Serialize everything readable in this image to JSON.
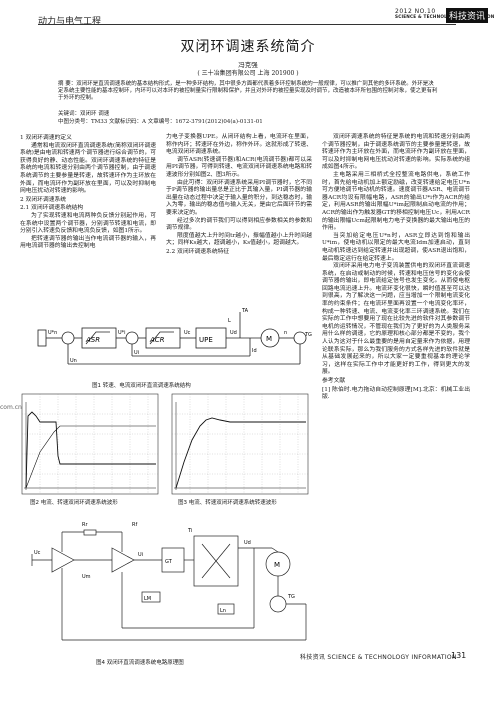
{
  "header": {
    "section": "动力与电气工程",
    "issue": "2012 NO.10",
    "magazine_en": "SCIENCE & TECHNOLOGY INFORMATION",
    "magazine_cn": "科技资讯"
  },
  "article": {
    "title": "双闭环调速系统简介",
    "author": "冯克强",
    "affiliation": "( 三十冶集团有限公司    上海    201900 )",
    "abstract": "摘    要：双闭环是直流调速系统的基本结构形式，是一种多环结构，其中很多方面都代表着多环控制系统的一般规律，可以推广到其他的多环系统。外环是决定系统主要性能的基本控制环，内环可以对本环的被控制量实行限制和保护，并且对外环的被控量实现及时调节，改造被本环所包围的控制对象，使之更有利于外环的控制。",
    "keywords": "关键词：双闭环    调速",
    "classification": "中图分类号：TM33                          文献标识码：A                          文章编号：1672-3791(2012)04(a)-0131-01"
  },
  "col1": [
    {
      "type": "h",
      "text": "1  双闭环调速的定义"
    },
    {
      "type": "p",
      "text": "通常和电流双闭环直流调速系统(简称双闭环调速系统)是由电流和转速两个调节器进行综合调节的，可获得良好的静、动态性能。双闭环调速系统的特征是系统的电流和转速分别由两个调节器控制，由于调速系统调节的主要参量是转速，故转速环作为主环放在外面，而电流环作为副环放在里面，可以及时抑制电网电压扰动对转速的影响。"
    },
    {
      "type": "h",
      "text": "2  双闭环调速系统"
    },
    {
      "type": "h",
      "text": "2.1  双闭环调速系统结构"
    },
    {
      "type": "p",
      "text": "为了实现转速和电流两种负反馈分别起作用，可在系统中设置两个调节器，分别调节转速和电流，即分别引入转速负反馈和电流负反馈，如图1所示。"
    },
    {
      "type": "p",
      "text": "把转速调节器的输出当作电流调节器的输入，再用电流调节器的输出去控制电"
    }
  ],
  "col2": [
    {
      "type": "p0",
      "text": "力电子变换器UPE。从闭环结构上看，电流环在里面，称作内环；转速环在外边，称作外环。这就形成了转速、电流双闭环调速系统。"
    },
    {
      "type": "p",
      "text": "调节ASR(转速调节器)和ACR(电流调节器)都可以采用PI调节器，可得到转速、电流双闭环调速系统电路和转速波形分别如图2、图3所示。"
    },
    {
      "type": "p",
      "text": "由此可得：双闭环调速系统采用PI调节器时，它不同于P调节器的输出量总是正比于其输入量，PI调节器的输出量在动态过程中决定于输入量的积分，到达稳态时，输入为零，输出的稳态值与输入无关，是由它后面环节的需要来决定的。"
    },
    {
      "type": "p",
      "text": "经过多次的调节我们可以得到相应参数相关的参数和调节规律。"
    },
    {
      "type": "p",
      "text": "限度值越大上升时间tr越小，振幅值越小上升时间越大；同样Ks越大，超调越小，Ks值越小，超调越大。"
    },
    {
      "type": "h",
      "text": "2.2  双闭环调速系统特征"
    }
  ],
  "col3": [
    {
      "type": "p",
      "text": "双闭环调速系统的特征是系统的电流和转速分别由两个调节器控制，由于调速系统调节的主要参量是转速，故转速环作为主环放在外面，而电流环作为副环放在里面，可以及时抑制电网电压扰动对转速的影响。实际系统的组成如图4所示。"
    },
    {
      "type": "p",
      "text": "主电路采用三相桥式全控整流电路供电，系统工作时，首先给电动机加上额定励磁，改变转速给定电压U*n可方便地调节电动机的转速。速度调节器ASR、电流调节器ACR均设有限幅电路，ASR的输出U*i作为ACR的给定，利用ASR的输出限幅U*im起限制启动电流的作用；ACR的输出作为触发器GT的移相控制电压Uc，利用ACR的输出限幅Ucm起限制电力电子变换器的最大输出电压的作用。"
    },
    {
      "type": "p",
      "text": "当突加给定电压U*n时，ASR立即达到饱和输出U*im，使电动机以限定的最大电流Idm加速启动，直到电动机转速达到给定转速并出现超调，使ASR退出饱和，最后稳定运行在给定转速上。"
    },
    {
      "type": "p",
      "text": "双闭环采用电力电子变流装置供电的双闭环直流调速系统，在启动或制动的时候，转速和电压信号的变化会使调节器的输出，即电流给定信号也发生变化。从而使电枢回路电流迅速上升。电流环变化很快，瞬时值甚至可以达到很高，为了解决这一问题，应当增加一个限制电流变化率的约束条件；在电流环里面再设置一个电流变化率环，构成一种转速、电流、电流变化率三环调速系统。我们在实际的工作中想要用了现在比较先进的软件对其参数调节电机的运转情况，不管现在我们为了更好的为人类服务采用什么样的调速，它的原理和核心部分都是不变的，我个人认为这对于什么最重要的是用自定量来作为依据，用理论联系实际，那么为我们服务的方式各样先进的软件就是从基础发展起来的，所以大家一定要重视基本的理论学习，这样在实际工作中才能更好的工作，得到更大的发展。"
    },
    {
      "type": "h",
      "text": "参考文献"
    },
    {
      "type": "h",
      "text": "[1]  陈伯时.电力拖动自动控制原理[M].北京：机械工业出版."
    }
  ],
  "figures": {
    "fig1_caption": "图1    转速、电流双闭环直流调速系统结构",
    "fig2_caption": "图2    电流、转速双闭环调速系统波形",
    "fig3_caption": "图3    电流、转速双闭环调速系统转速波形",
    "fig4_caption": "图4    双闭环直流调速系统电路原理图",
    "fig1_labels": {
      "asr": "ASR",
      "acr": "ACR",
      "upe": "UPE",
      "ta": "TA",
      "tg": "TG",
      "m": "M",
      "un_star": "U*n",
      "ui_star": "U*i",
      "ui": "Ui",
      "un": "Un",
      "uc": "Uc",
      "ud": "Ud",
      "id": "Id",
      "n": "n",
      "l": "L"
    },
    "fig4_labels": {
      "rr": "Rr",
      "rf": "Rf",
      "uc": "Uc",
      "ui": "Ui",
      "um": "Um",
      "lm": "LM",
      "ti": "Ti",
      "gt": "GT",
      "ud": "Ud",
      "ln": "Ln",
      "tg": "TG",
      "m": "M"
    }
  },
  "footer": {
    "text": "科技资讯  SCIENCE & TECHNOLOGY INFORMATION",
    "page": "131"
  },
  "watermark": "com.cn"
}
